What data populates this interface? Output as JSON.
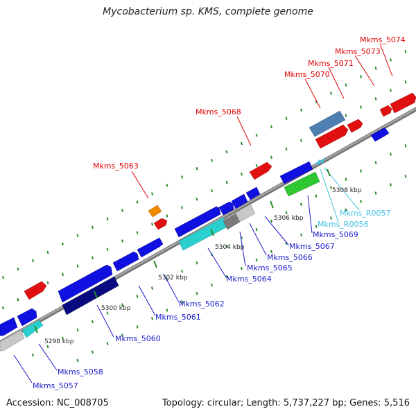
{
  "title": "Mycobacterium sp. KMS, complete genome",
  "footer": {
    "accession": "Accession: NC_008705",
    "summary": "Topology: circular; Length: 5,737,227 bp; Genes: 5,516"
  },
  "colors": {
    "gene_label_red": "#e00000",
    "gene_label_blue": "#1a1acc",
    "gene_label_cyan": "#3fbfe0",
    "backbone": "#8c8c8c",
    "tick": "#2a8a2a"
  },
  "scale_ticks": [
    "5298 kbp",
    "5300 kbp",
    "5302 kbp",
    "5304 kbp",
    "5306 kbp",
    "5308 kbp"
  ],
  "genes_top_strand": [
    "Mkms_5063",
    "Mkms_5068",
    "Mkms_5070",
    "Mkms_5071",
    "Mkms_5073",
    "Mkms_5074"
  ],
  "genes_bottom_strand": [
    "Mkms_5057",
    "Mkms_5058",
    "Mkms_5060",
    "Mkms_5061",
    "Mkms_5062",
    "Mkms_5064",
    "Mkms_5065",
    "Mkms_5066",
    "Mkms_5067",
    "Mkms_5069",
    "Mkms_R0056",
    "Mkms_R0057"
  ]
}
